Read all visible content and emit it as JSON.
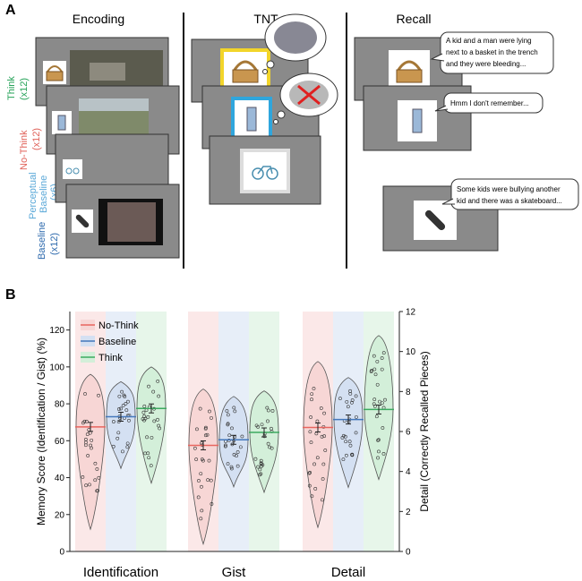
{
  "panel_a": {
    "letter": "A",
    "columns": [
      "Encoding",
      "TNT",
      "Recall"
    ],
    "conditions": [
      {
        "name": "Think",
        "count": "(x12)",
        "color": "#27a35a"
      },
      {
        "name": "No-Think",
        "count": "(x12)",
        "color": "#e0625a"
      },
      {
        "name": "Perceptual Baseline",
        "count": "(x6)",
        "color": "#5aa8d8"
      },
      {
        "name": "Baseline",
        "count": "(x12)",
        "color": "#2e6aad"
      }
    ],
    "bubbles": [
      {
        "lines": [
          "A kid and a man were lying",
          "next to a basket in the trench",
          "and they were bleeding..."
        ]
      },
      {
        "lines": [
          "Hmm I don't remember..."
        ]
      },
      {
        "lines": [
          "Some kids were bullying another",
          "kid and there was a skateboard..."
        ]
      }
    ],
    "icons": [
      "basket-icon",
      "cellphone-icon",
      "bicycle-icon",
      "skateboard-icon"
    ]
  },
  "panel_b": {
    "letter": "B",
    "chart_data": {
      "type": "violin",
      "categories": [
        "Identification",
        "Gist",
        "Detail"
      ],
      "series": [
        {
          "name": "No-Think",
          "color": "#e8655f",
          "fill": "#f7d6d5",
          "means": [
            67.5,
            57.5,
            6.2
          ]
        },
        {
          "name": "Baseline",
          "color": "#4477bb",
          "fill": "#d4e0f2",
          "means": [
            73,
            60.5,
            6.6
          ]
        },
        {
          "name": "Think",
          "color": "#3daa60",
          "fill": "#d3efd9",
          "means": [
            77.5,
            64.5,
            7.1
          ]
        }
      ],
      "ylabel_left": "Memory Score (Identification / Gist) (%)",
      "ylabel_right": "Detail (Correctly Recalled Pieces)",
      "ylim_left": [
        0,
        130
      ],
      "yticks_left": [
        "0",
        "20",
        "40",
        "60",
        "80",
        "100",
        "120"
      ],
      "ylim_right": [
        0,
        12
      ],
      "yticks_right": [
        "0",
        "2",
        "4",
        "6",
        "8",
        "10",
        "12"
      ],
      "legend_position": "top-left",
      "ranges": [
        [
          [
            12,
            96
          ],
          [
            45,
            92
          ],
          [
            37,
            100
          ]
        ],
        [
          [
            4,
            88
          ],
          [
            35,
            84
          ],
          [
            32,
            87
          ]
        ],
        [
          [
            1.2,
            9.5
          ],
          [
            3.2,
            8.7
          ],
          [
            3.6,
            10.8
          ]
        ]
      ]
    }
  }
}
